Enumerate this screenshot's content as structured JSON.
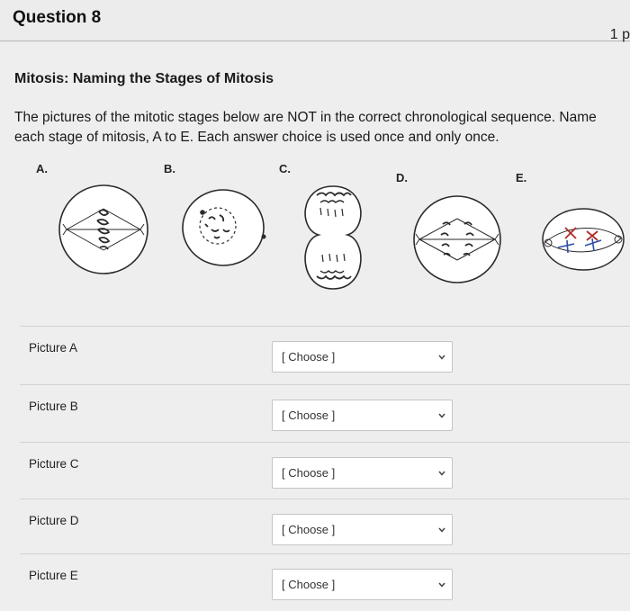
{
  "question": {
    "title": "Question 8",
    "points": "1 p"
  },
  "subtitle": "Mitosis: Naming the Stages of Mitosis",
  "instructions": "The pictures of the mitotic stages below are NOT in the correct chronological sequence. Name each stage of mitosis, A to E. Each answer choice is used once and only once.",
  "figure": {
    "labels": [
      "A.",
      "B.",
      "C.",
      "D.",
      "E."
    ]
  },
  "answers": [
    {
      "label": "Picture A",
      "selected": "[ Choose ]"
    },
    {
      "label": "Picture B",
      "selected": "[ Choose ]"
    },
    {
      "label": "Picture C",
      "selected": "[ Choose ]"
    },
    {
      "label": "Picture D",
      "selected": "[ Choose ]"
    },
    {
      "label": "Picture E",
      "selected": "[ Choose ]"
    }
  ],
  "colors": {
    "pen_blue": "#2d4ea8",
    "pen_red": "#b02a2a",
    "ink": "#2a2a2a"
  }
}
